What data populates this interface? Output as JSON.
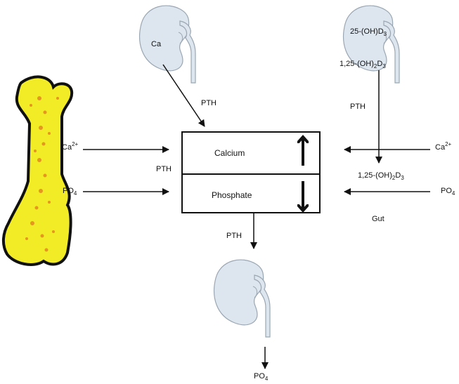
{
  "box": {
    "calcium": "Calcium",
    "phosphate": "Phosphate"
  },
  "kidney_top": {
    "ca": "Ca",
    "pth": "PTH"
  },
  "kidney_right": {
    "vit_d_precursor": {
      "main": "25-(OH)D",
      "sub": "3"
    },
    "vit_d_active": {
      "pre": "1,25-(OH)",
      "sub1": "2",
      "mid": "D",
      "sub2": "3"
    },
    "pth": "PTH"
  },
  "bone": {
    "ca": {
      "main": "Ca",
      "sup": "2+"
    },
    "pth": "PTH",
    "po4": {
      "main": "PO",
      "sub": "4"
    }
  },
  "gut": {
    "ca": {
      "main": "Ca",
      "sup": "2+"
    },
    "vit_d": {
      "pre": "1,25-(OH)",
      "sub1": "2",
      "mid": "D",
      "sub2": "3"
    },
    "po4": {
      "main": "PO",
      "sub": "4"
    },
    "label": "Gut"
  },
  "kidney_bottom": {
    "pth": "PTH",
    "po4": {
      "main": "PO",
      "sub": "4"
    }
  },
  "colors": {
    "bone_fill": "#f2ec26",
    "bone_speckle": "#e07a1c",
    "bone_outline": "#111111",
    "kidney_fill": "#dde6ef",
    "kidney_stroke": "#9aa6b2",
    "line": "#111111"
  },
  "icons": [
    "bone-icon",
    "kidney-icon",
    "arrow-up-icon",
    "arrow-down-icon"
  ]
}
